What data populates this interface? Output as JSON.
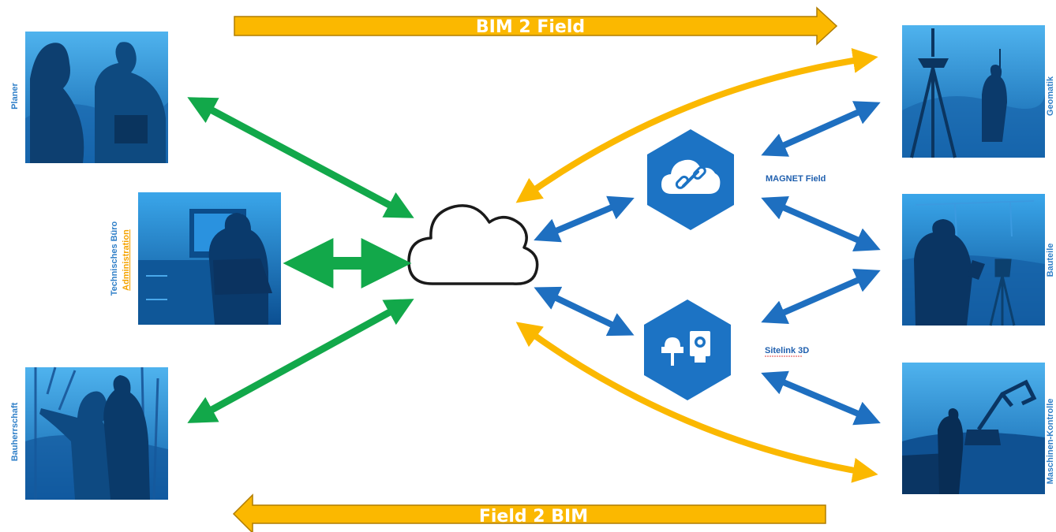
{
  "banners": {
    "top": "BIM 2 Field",
    "bottom": "Field 2 BIM"
  },
  "left_roles": {
    "planer": "Planer",
    "technisches_buero": "Technisches Büro",
    "administration": "Administration",
    "bauherrschaft": "Bauherrschaft"
  },
  "right_roles": {
    "geomatik": "Geomatik",
    "bauteile": "Bauteile",
    "maschinen_kontrolle": "Maschinen-Kontrolle"
  },
  "software": {
    "magnet_field": "MAGNET Field",
    "sitelink_3d": "Sitelink 3D"
  },
  "colors": {
    "orange": "#fbb800",
    "green": "#12a84a",
    "blue": "#1e6fc0",
    "photo_blue": "#1b7fd0",
    "hex_blue": "#1c73c4"
  },
  "icons": {
    "cloud": "cloud-icon",
    "magnet_field": "cloud-link-icon",
    "sitelink_3d": "gnss-total-station-icon"
  }
}
